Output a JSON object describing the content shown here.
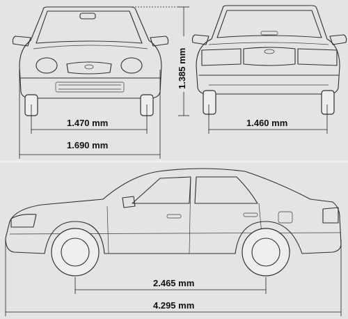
{
  "dimensions": {
    "front_track": "1.470 mm",
    "rear_track": "1.460 mm",
    "overall_width": "1.690 mm",
    "height": "1.385 mm",
    "wheelbase": "2.465 mm",
    "overall_length": "4.295 mm"
  },
  "colors": {
    "background": "#e4e4e2",
    "line": "#2e2e2e"
  }
}
